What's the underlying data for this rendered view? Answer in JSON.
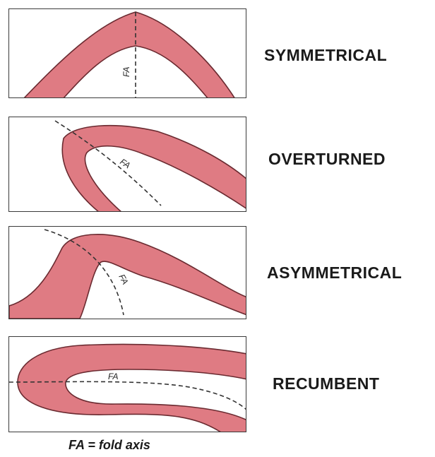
{
  "colors": {
    "layer_fill": "#df7b83",
    "layer_stroke": "#6a2a30",
    "axis": "#333333"
  },
  "panels": [
    {
      "label": "SYMMETRICAL",
      "axis_label": "FA"
    },
    {
      "label": "OVERTURNED",
      "axis_label": "FA"
    },
    {
      "label": "ASYMMETRICAL",
      "axis_label": "FA"
    },
    {
      "label": "RECUMBENT",
      "axis_label": "FA"
    }
  ],
  "caption": "FA = fold axis"
}
